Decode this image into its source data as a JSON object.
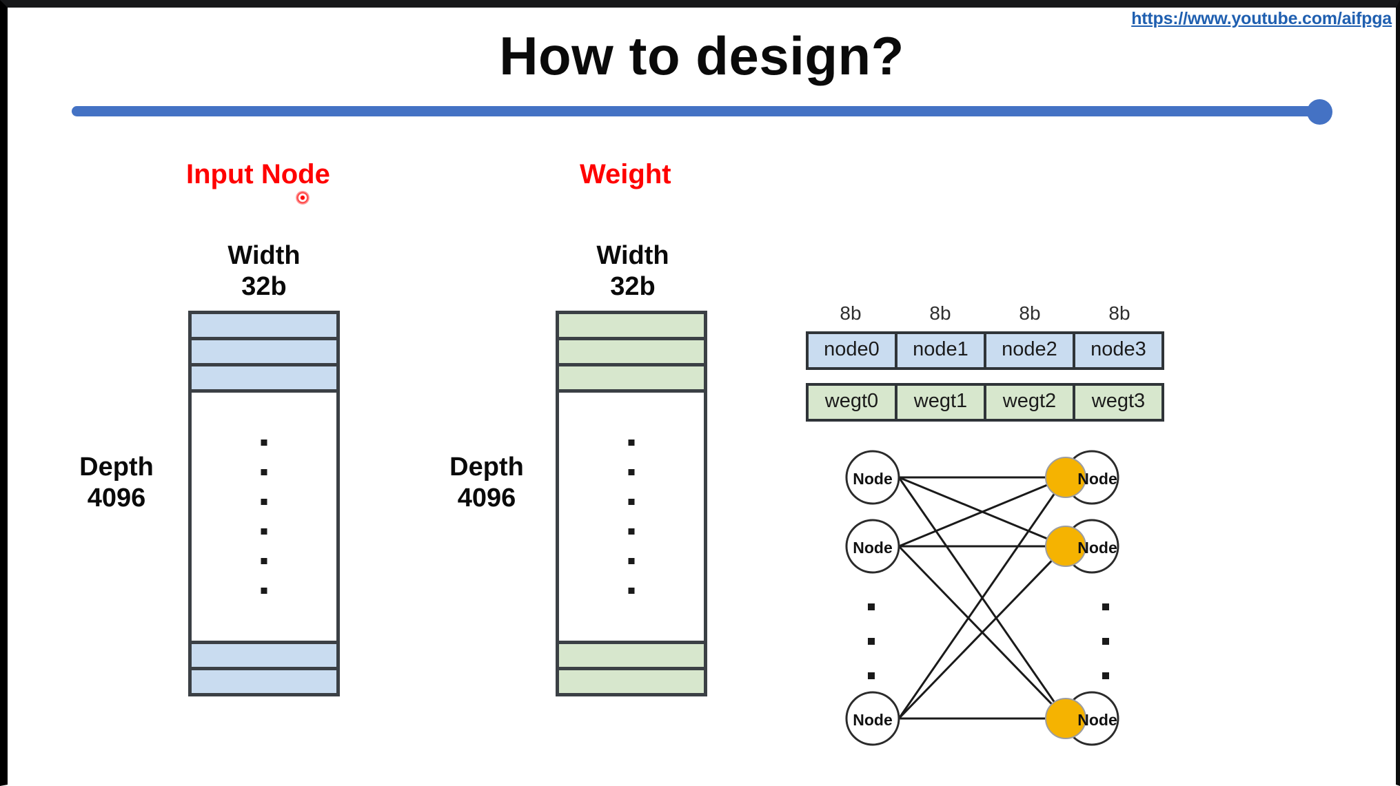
{
  "header": {
    "url": "https://www.youtube.com/aifpga",
    "title": "How to design?"
  },
  "colors": {
    "accent_blue": "#4472c4",
    "caption_red": "#ff0000",
    "node_fill": "#c9dcf0",
    "weight_fill": "#d7e7cd",
    "highlight_orange": "#f5b301",
    "stroke": "#3b4045",
    "link_blue": "#1f5fb0"
  },
  "sections": {
    "input_node": {
      "caption": "Input Node",
      "width_label": "Width",
      "width_value": "32b",
      "depth_label": "Depth",
      "depth_value": "4096",
      "top_rows": 3,
      "bottom_rows": 2,
      "ellipsis_dots": 6
    },
    "weight": {
      "caption": "Weight",
      "width_label": "Width",
      "width_value": "32b",
      "depth_label": "Depth",
      "depth_value": "4096",
      "top_rows": 3,
      "bottom_rows": 2,
      "ellipsis_dots": 6
    }
  },
  "packing": {
    "bit_headers": [
      "8b",
      "8b",
      "8b",
      "8b"
    ],
    "node_cells": [
      "node0",
      "node1",
      "node2",
      "node3"
    ],
    "weight_cells": [
      "wegt0",
      "wegt1",
      "wegt2",
      "wegt3"
    ]
  },
  "network": {
    "left_nodes": [
      "Node",
      "Node",
      "Node"
    ],
    "right_nodes": [
      "Node",
      "Node",
      "Node"
    ],
    "ellipsis_dots": 3,
    "highlighted_right_nodes": 3
  }
}
